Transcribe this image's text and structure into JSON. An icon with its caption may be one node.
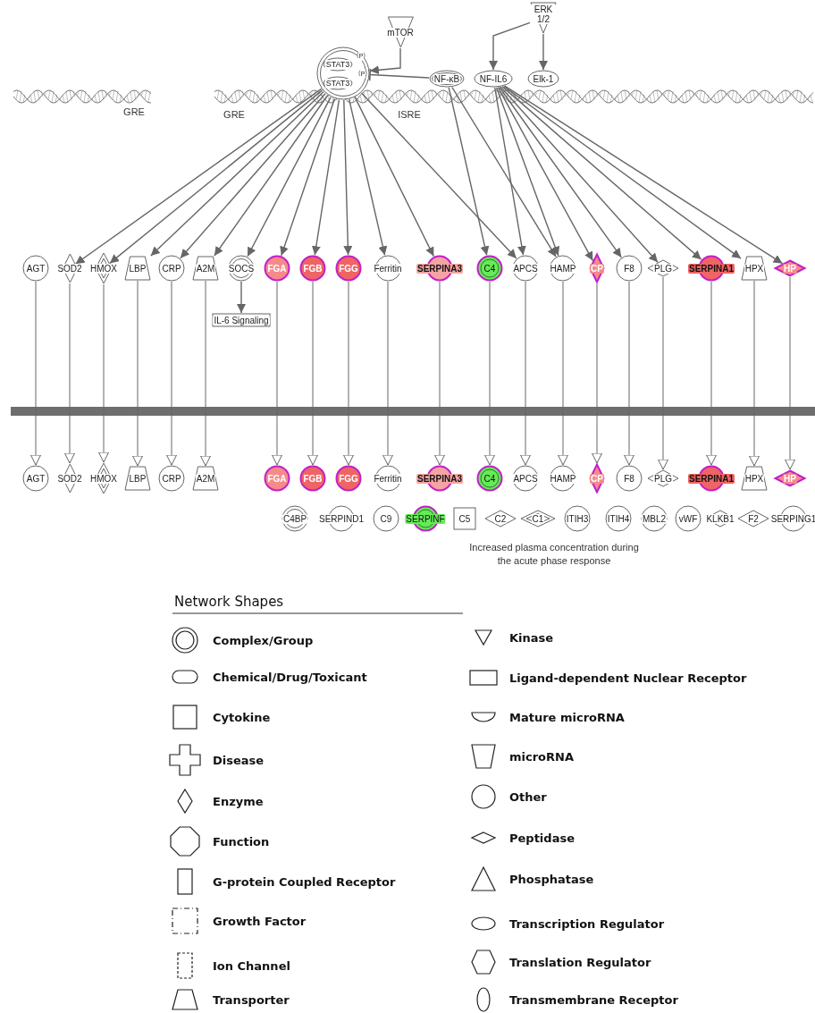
{
  "diagram": {
    "nodes": [
      {
        "text": [
          "mTOR"
        ]
      },
      {
        "text": [
          "ERK 1/2"
        ]
      },
      {
        "text": [],
        "shape": "circle"
      },
      {
        "text": [
          "STAT3"
        ],
        "in": 2
      },
      {
        "text": [
          "STAT3"
        ],
        "in": 2
      },
      {
        "text": [
          "P"
        ],
        "in": 2
      },
      {
        "text": [
          "P"
        ],
        "in": 2
      },
      {
        "text": [
          "NF-κB"
        ]
      },
      {
        "text": [
          "NF-IL6"
        ]
      },
      {
        "text": [
          "Elk-1"
        ]
      },
      {
        "text": [
          "AGT"
        ]
      },
      {
        "text": [
          "SOD2"
        ]
      },
      {
        "text": [
          "HMOX"
        ]
      },
      {
        "text": [
          "LBP"
        ]
      },
      {
        "text": [
          "CRP"
        ]
      },
      {
        "text": [
          "A2M"
        ]
      },
      {
        "text": [
          "SOCS"
        ]
      },
      {
        "text": [
          "FGA"
        ]
      },
      {
        "text": [
          "FGB"
        ]
      },
      {
        "text": [
          "FGG"
        ]
      },
      {
        "text": [
          "Ferritin"
        ]
      },
      {
        "text": [
          "SERPINA3"
        ]
      },
      {
        "text": [
          "C4"
        ]
      },
      {
        "text": [
          "APCS"
        ]
      },
      {
        "text": [
          "HAMP"
        ]
      },
      {
        "text": [
          "CP"
        ]
      },
      {
        "text": [
          "F8"
        ]
      },
      {
        "text": [
          "PLG"
        ]
      },
      {
        "text": [
          "SERPINA1"
        ]
      },
      {
        "text": [
          "HPX"
        ]
      },
      {
        "text": [
          "HP"
        ]
      },
      {
        "text": [
          "IL-6 Signaling"
        ]
      },
      {
        "text": [
          "AGT"
        ]
      },
      {
        "text": [
          "SOD2"
        ]
      },
      {
        "text": [
          "HMOX"
        ]
      },
      {
        "text": [
          "LBP"
        ]
      },
      {
        "text": [
          "CRP"
        ]
      },
      {
        "text": [
          "A2M"
        ]
      },
      {
        "text": [
          "FGA"
        ]
      },
      {
        "text": [
          "FGB"
        ]
      },
      {
        "text": [
          "FGG"
        ]
      },
      {
        "text": [
          "Ferritin"
        ]
      },
      {
        "text": [
          "SERPINA3"
        ]
      },
      {
        "text": [
          "C4"
        ]
      },
      {
        "text": [
          "APCS"
        ]
      },
      {
        "text": [
          "HAMP"
        ]
      },
      {
        "text": [
          "CP"
        ]
      },
      {
        "text": [
          "F8"
        ]
      },
      {
        "text": [
          "PLG"
        ]
      },
      {
        "text": [
          "SERPINA1"
        ]
      },
      {
        "text": [
          "HPX"
        ]
      },
      {
        "text": [
          "HP"
        ]
      },
      {
        "text": [
          "C4BP"
        ]
      },
      {
        "text": [
          "SERPIND1"
        ]
      },
      {
        "text": [
          "C9"
        ]
      },
      {
        "text": [
          "SERPINF"
        ]
      },
      {
        "text": [
          "C5"
        ]
      },
      {
        "text": [
          "C2"
        ]
      },
      {
        "text": [
          "C1"
        ]
      },
      {
        "text": [
          "ITIH3"
        ]
      },
      {
        "text": [
          "ITIH4"
        ]
      },
      {
        "text": [
          "MBL2"
        ]
      },
      {
        "text": [
          "vWF"
        ]
      },
      {
        "text": [
          "KLKB1"
        ]
      },
      {
        "text": [
          "F2"
        ]
      },
      {
        "text": [
          "SERPING1"
        ]
      }
    ],
    "edges": [
      {
        "from": 0,
        "to": 2,
        "arrow": "to"
      },
      {
        "from": 1,
        "to": 8,
        "arrow": "to"
      },
      {
        "from": 1,
        "to": 9,
        "arrow": "to"
      },
      {
        "from": 7,
        "to": 2,
        "arrow": "other"
      },
      {
        "from": 2,
        "to": 11,
        "arrow": "to"
      },
      {
        "from": 2,
        "to": 12,
        "arrow": "to"
      },
      {
        "from": 2,
        "to": 13,
        "arrow": "to"
      },
      {
        "from": 2,
        "to": 14,
        "arrow": "to"
      },
      {
        "from": 2,
        "to": 15,
        "arrow": "to"
      },
      {
        "from": 2,
        "to": 16,
        "arrow": "to"
      },
      {
        "from": 2,
        "to": 17,
        "arrow": "to"
      },
      {
        "from": 2,
        "to": 18,
        "arrow": "to"
      },
      {
        "from": 2,
        "to": 19,
        "arrow": "to"
      },
      {
        "from": 2,
        "to": 20,
        "arrow": "to"
      },
      {
        "from": 2,
        "to": 21,
        "arrow": "to"
      },
      {
        "from": 2,
        "to": 23,
        "arrow": "to"
      },
      {
        "from": 7,
        "to": 22,
        "arrow": "to"
      },
      {
        "from": 7,
        "to": 24,
        "arrow": "to"
      },
      {
        "from": 8,
        "to": 23,
        "arrow": "to"
      },
      {
        "from": 8,
        "to": 24,
        "arrow": "to"
      },
      {
        "from": 8,
        "to": 25,
        "arrow": "to"
      },
      {
        "from": 8,
        "to": 26,
        "arrow": "to"
      },
      {
        "from": 8,
        "to": 27,
        "arrow": "to"
      },
      {
        "from": 8,
        "to": 28,
        "arrow": "to"
      },
      {
        "from": 8,
        "to": 29,
        "arrow": "to"
      },
      {
        "from": 8,
        "to": 30,
        "arrow": "to"
      },
      {
        "from": 16,
        "to": 31,
        "arrow": "to"
      },
      {
        "from": 10,
        "to": 32,
        "arrow": "to"
      },
      {
        "from": 11,
        "to": 33,
        "arrow": "to"
      },
      {
        "from": 12,
        "to": 34,
        "arrow": "to"
      },
      {
        "from": 13,
        "to": 35,
        "arrow": "to"
      },
      {
        "from": 14,
        "to": 36,
        "arrow": "to"
      },
      {
        "from": 15,
        "to": 37,
        "arrow": "to"
      },
      {
        "from": 17,
        "to": 38,
        "arrow": "to"
      },
      {
        "from": 18,
        "to": 39,
        "arrow": "to"
      },
      {
        "from": 19,
        "to": 40,
        "arrow": "to"
      },
      {
        "from": 20,
        "to": 41,
        "arrow": "to"
      },
      {
        "from": 21,
        "to": 42,
        "arrow": "to"
      },
      {
        "from": 22,
        "to": 43,
        "arrow": "to"
      },
      {
        "from": 23,
        "to": 44,
        "arrow": "to"
      },
      {
        "from": 24,
        "to": 45,
        "arrow": "to"
      },
      {
        "from": 25,
        "to": 46,
        "arrow": "to"
      },
      {
        "from": 26,
        "to": 47,
        "arrow": "to"
      },
      {
        "from": 27,
        "to": 48,
        "arrow": "to"
      },
      {
        "from": 28,
        "to": 49,
        "arrow": "to"
      },
      {
        "from": 29,
        "to": 50,
        "arrow": "to"
      },
      {
        "from": 30,
        "to": 51,
        "arrow": "to"
      }
    ],
    "labels": [
      "GRE",
      "GRE",
      "ISRE",
      "Increased plasma concentration during the acute phase response",
      "Network Shapes"
    ],
    "legend": [
      {
        "text": "Complex/Group"
      },
      {
        "text": "Chemical/Drug/Toxicant"
      },
      {
        "text": "Cytokine"
      },
      {
        "text": "Disease"
      },
      {
        "text": "Enzyme"
      },
      {
        "text": "Function"
      },
      {
        "text": "G-protein Coupled Receptor"
      },
      {
        "text": "Growth Factor"
      },
      {
        "text": "Ion Channel"
      },
      {
        "text": "Transporter"
      },
      {
        "text": "Kinase"
      },
      {
        "text": "Ligand-dependent Nuclear Receptor"
      },
      {
        "text": "Mature microRNA"
      },
      {
        "text": "microRNA"
      },
      {
        "text": "Other"
      },
      {
        "text": "Peptidase"
      },
      {
        "text": "Phosphatase"
      },
      {
        "text": "Transcription Regulator"
      },
      {
        "text": "Translation Regulator"
      },
      {
        "text": "Transmembrane Receptor"
      }
    ]
  }
}
